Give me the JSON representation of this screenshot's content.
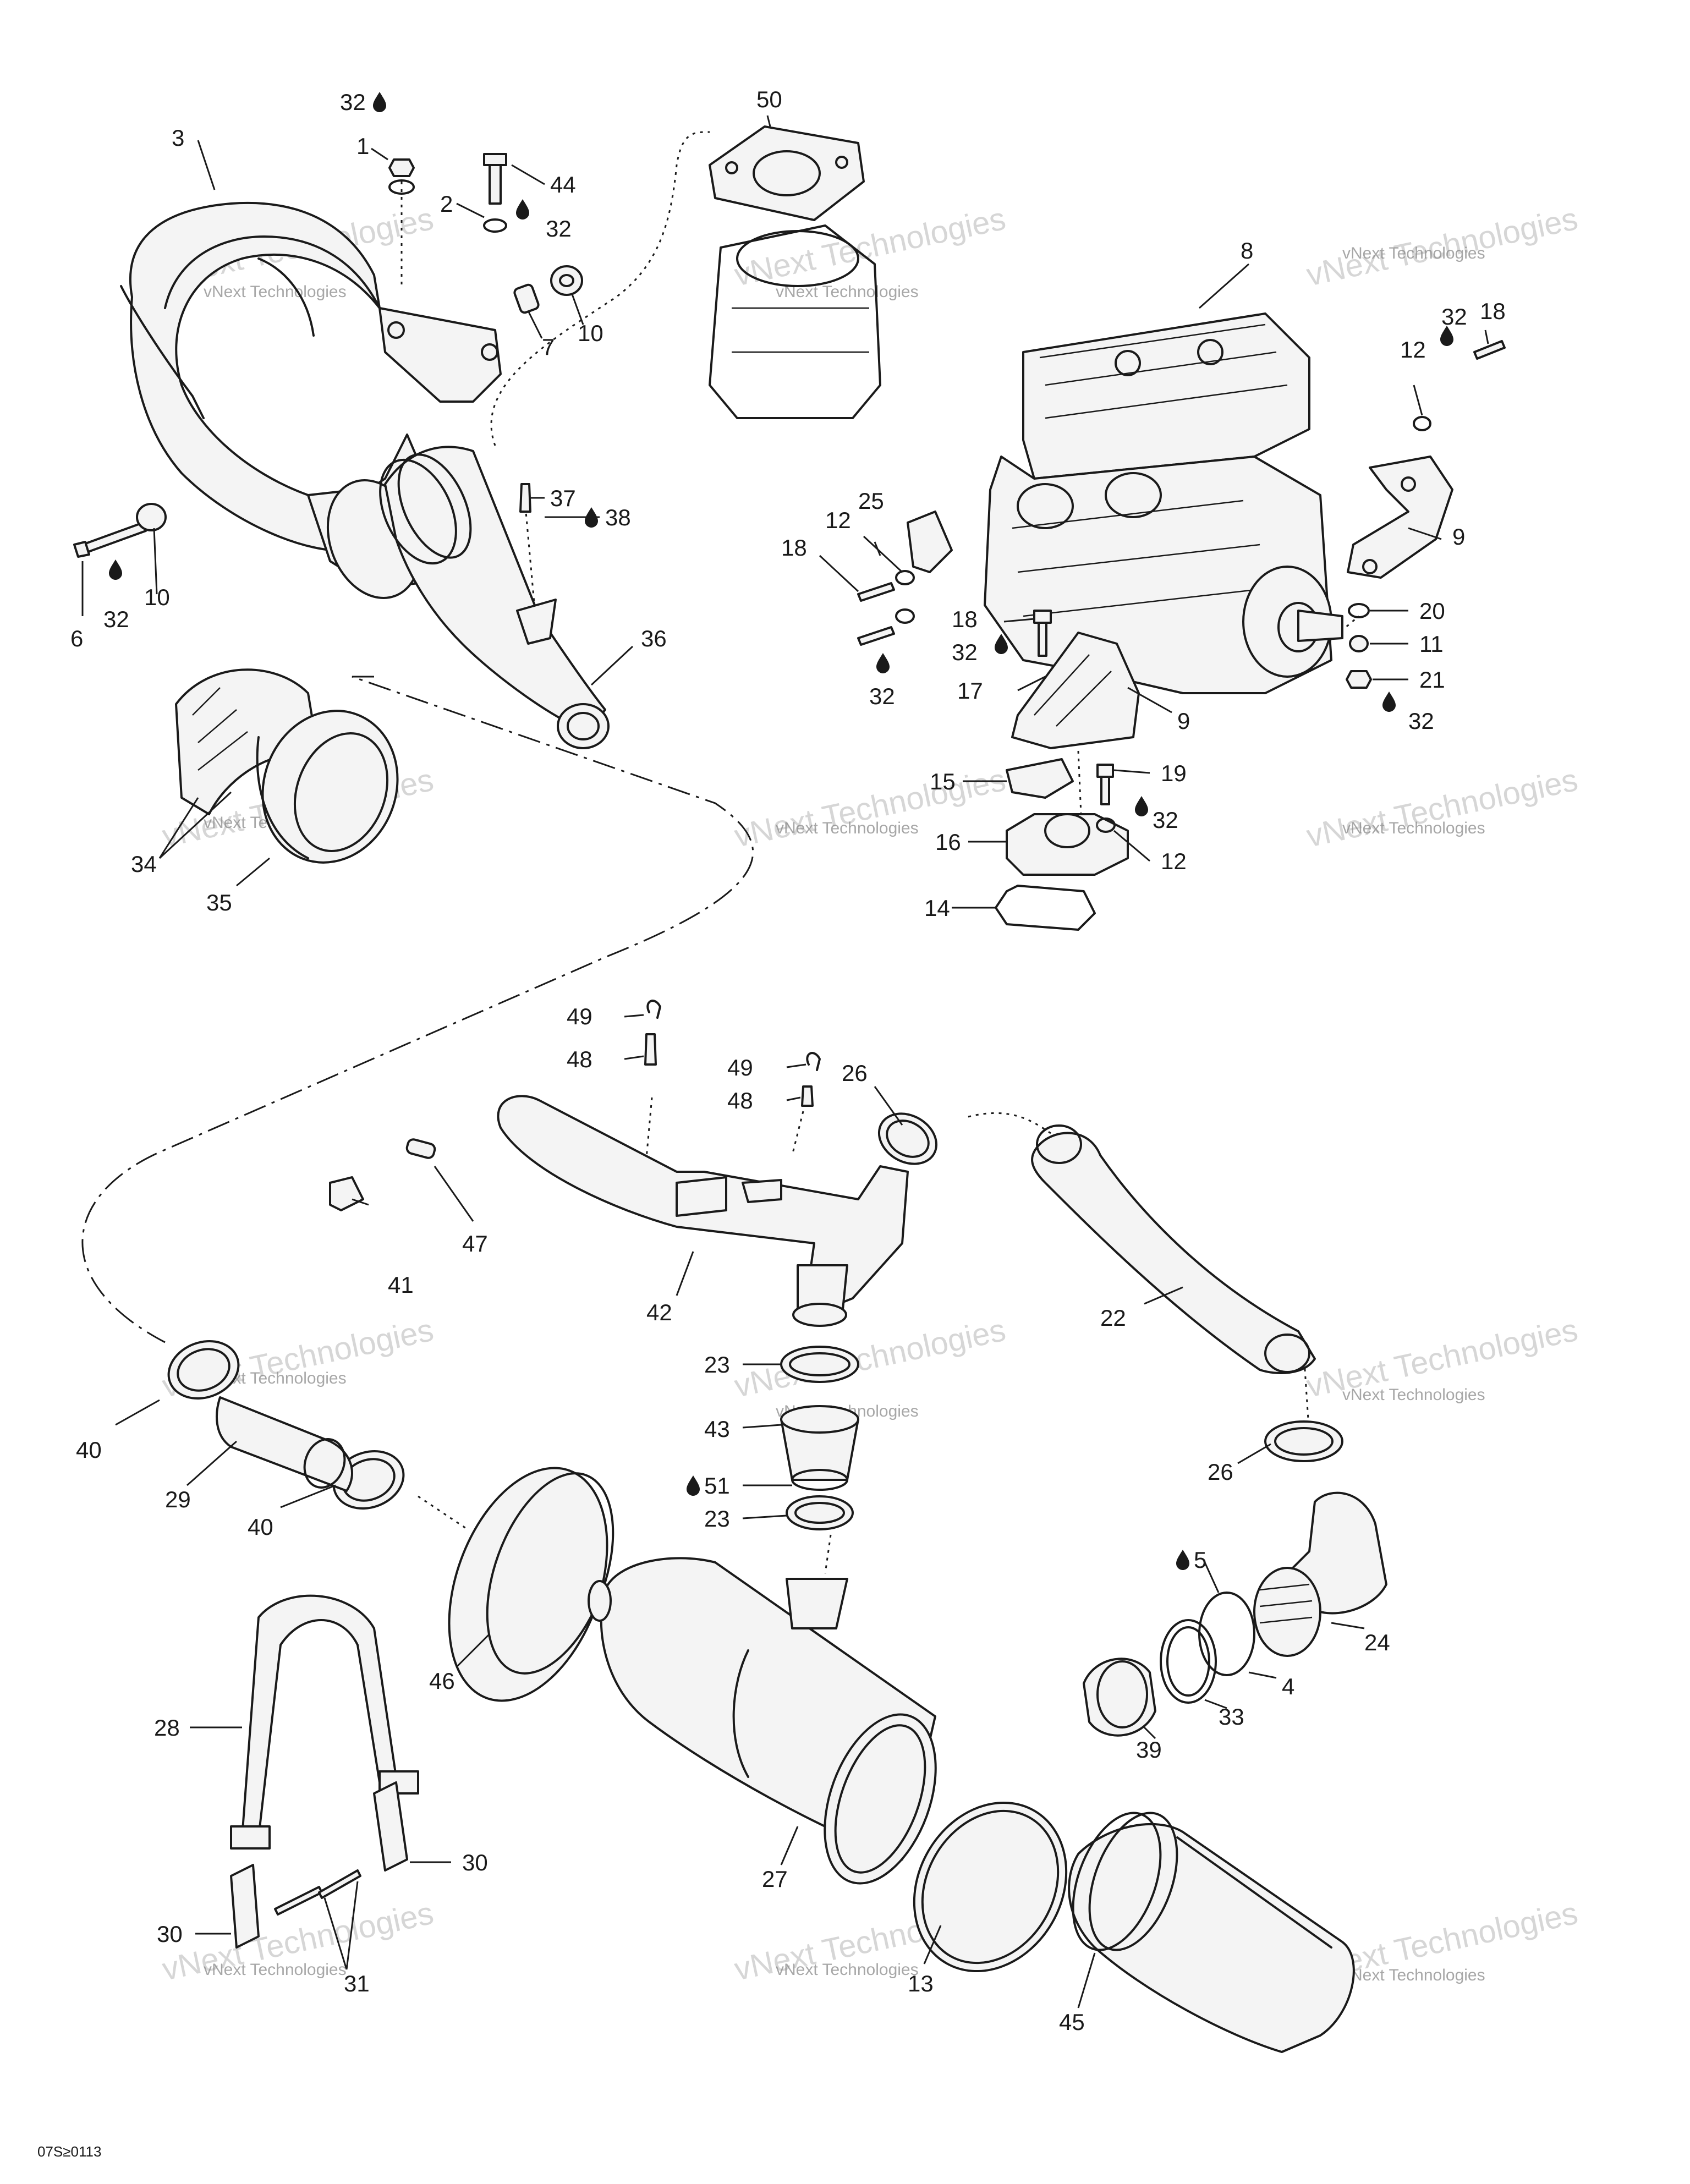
{
  "diagram": {
    "code": "07S≥0113",
    "watermark_big": "vNext Technologies",
    "watermark_small": "vNext Technologies",
    "callouts": {
      "c1": "1",
      "c2": "2",
      "c3": "3",
      "c4": "4",
      "c5": "5",
      "c6": "6",
      "c7": "7",
      "c8": "8",
      "c9a": "9",
      "c9b": "9",
      "c10a": "10",
      "c10b": "10",
      "c11": "11",
      "c12a": "12",
      "c12b": "12",
      "c12c": "12",
      "c13": "13",
      "c14": "14",
      "c15": "15",
      "c16": "16",
      "c17": "17",
      "c18a": "18",
      "c18b": "18",
      "c18c": "18",
      "c19": "19",
      "c20": "20",
      "c21": "21",
      "c22": "22",
      "c23a": "23",
      "c23b": "23",
      "c24": "24",
      "c25": "25",
      "c26a": "26",
      "c26b": "26",
      "c27": "27",
      "c28": "28",
      "c29": "29",
      "c30a": "30",
      "c30b": "30",
      "c31": "31",
      "c32a": "32",
      "c32b": "32",
      "c32c": "32",
      "c32d": "32",
      "c32e": "32",
      "c32f": "32",
      "c32g": "32",
      "c32h": "32",
      "c33": "33",
      "c34": "34",
      "c35": "35",
      "c36": "36",
      "c37": "37",
      "c38": "38",
      "c39": "39",
      "c40a": "40",
      "c40b": "40",
      "c41": "41",
      "c42": "42",
      "c43": "43",
      "c44": "44",
      "c45": "45",
      "c46": "46",
      "c47": "47",
      "c48a": "48",
      "c48b": "48",
      "c49a": "49",
      "c49b": "49",
      "c50": "50",
      "c51": "51"
    }
  }
}
